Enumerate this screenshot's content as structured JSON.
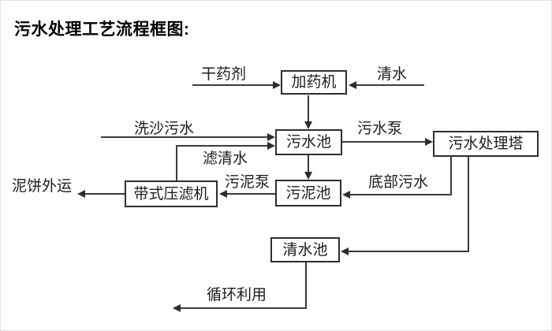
{
  "title": "污水处理工艺流程框图:",
  "colors": {
    "background": "#ffffff",
    "line": "#3a3a3a",
    "box_border": "#2e2e2e",
    "text": "#1c1c1c"
  },
  "diagram": {
    "nodes": [
      {
        "id": "dosing-machine",
        "label": "加药机"
      },
      {
        "id": "sewage-pool",
        "label": "污水池"
      },
      {
        "id": "sewage-treatment-tower",
        "label": "污水处理塔"
      },
      {
        "id": "sludge-pool",
        "label": "污泥池"
      },
      {
        "id": "belt-filter-press",
        "label": "带式压滤机"
      },
      {
        "id": "clean-water-pool",
        "label": "清水池"
      }
    ],
    "flow_labels": [
      {
        "id": "dry-agent",
        "text": "干药剂"
      },
      {
        "id": "clean-water",
        "text": "清水"
      },
      {
        "id": "sand-washing-sewage",
        "text": "洗沙污水"
      },
      {
        "id": "sewage-pump",
        "text": "污水泵"
      },
      {
        "id": "filtered-water",
        "text": "滤清水"
      },
      {
        "id": "sludge-pump",
        "text": "污泥泵"
      },
      {
        "id": "mud-cake-outbound",
        "text": "泥饼外运"
      },
      {
        "id": "bottom-sewage",
        "text": "底部污水"
      },
      {
        "id": "recycling",
        "text": "循环利用"
      }
    ],
    "edges": [
      {
        "from": "dry-agent",
        "to": "dosing-machine",
        "label": "干药剂"
      },
      {
        "from": "clean-water",
        "to": "dosing-machine",
        "label": "清水"
      },
      {
        "from": "dosing-machine",
        "to": "sewage-pool",
        "label": ""
      },
      {
        "from": "sand-washing-sewage",
        "to": "sewage-pool",
        "label": "洗沙污水"
      },
      {
        "from": "belt-filter-press",
        "to": "sewage-pool",
        "label": "滤清水"
      },
      {
        "from": "sewage-pool",
        "to": "sewage-treatment-tower",
        "label": "污水泵"
      },
      {
        "from": "sewage-pool",
        "to": "sludge-pool",
        "label": ""
      },
      {
        "from": "sludge-pool",
        "to": "belt-filter-press",
        "label": "污泥泵"
      },
      {
        "from": "belt-filter-press",
        "to": "mud-cake-outbound",
        "label": "泥饼外运"
      },
      {
        "from": "sewage-treatment-tower",
        "to": "sludge-pool",
        "label": "底部污水"
      },
      {
        "from": "sewage-treatment-tower",
        "to": "clean-water-pool",
        "label": ""
      },
      {
        "from": "clean-water-pool",
        "to": "recycling",
        "label": "循环利用"
      }
    ]
  }
}
